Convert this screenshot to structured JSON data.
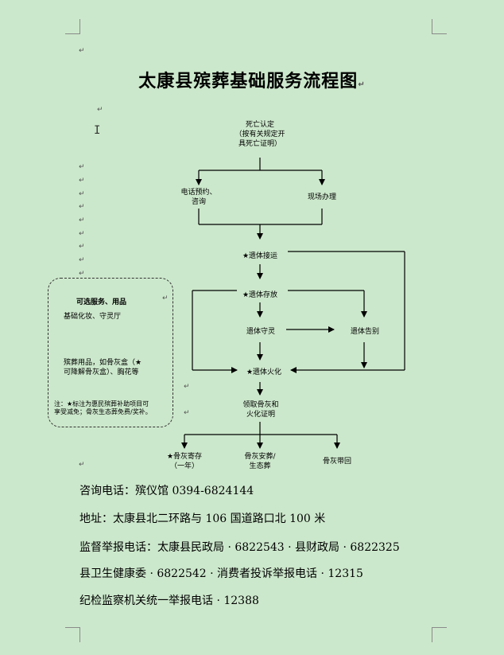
{
  "title": "太康县殡葬基础服务流程图",
  "flow": {
    "death_confirm": "死亡认定",
    "death_confirm_note_1": "（按有关规定开",
    "death_confirm_note_2": "具死亡证明）",
    "phone_booking_1": "电话预约、",
    "phone_booking_2": "咨询",
    "onsite": "现场办理",
    "transport": "★遗体接运",
    "storage": "★遗体存放",
    "vigil": "遗体守灵",
    "farewell": "遗体告别",
    "cremation": "★遗体火化",
    "collect_1": "领取骨灰和",
    "collect_2": "火化证明",
    "ash_storage_1": "★骨灰寄存",
    "ash_storage_2": "（一年）",
    "ash_burial_1": "骨灰安葬/",
    "ash_burial_2": "生态葬",
    "ash_takehome": "骨灰带回"
  },
  "optional": {
    "title": "可选服务、用品",
    "item1": "基础化妆、守灵厅",
    "item2_1": "殡葬用品，如骨灰盒（★",
    "item2_2": "可降解骨灰盒）、胸花等",
    "note_1": "注：★标注为惠民殡葬补助项目可",
    "note_2": "享受减免；骨灰生态葬免费/奖补。"
  },
  "contacts": {
    "consult": "咨询电话：殡仪馆 0394-6824144",
    "address": "地址：太康县北二环路与 106 国道路口北 100 米",
    "supervise": "监督举报电话：太康县民政局 · 6822543 · 县财政局 · 6822325",
    "health": "县卫生健康委 · 6822542 · 消费者投诉举报电话 · 12315",
    "discipline": "纪检监察机关统一举报电话 · 12388"
  },
  "marks": {
    "para": "↵",
    "cursor": "I"
  },
  "colors": {
    "background": "#cce8cc",
    "line": "#000000",
    "corner": "#8a8a8a"
  }
}
